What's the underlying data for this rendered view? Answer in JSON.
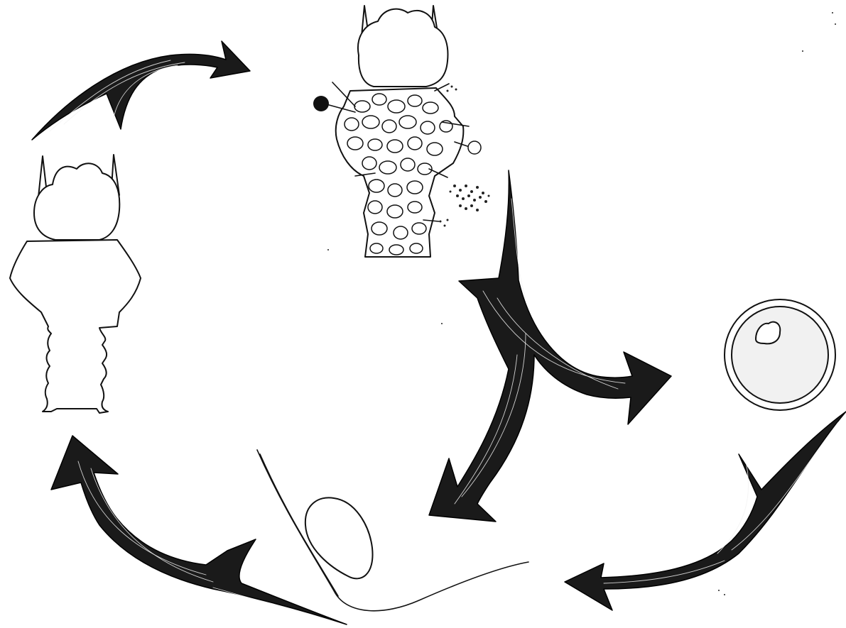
{
  "diagram": {
    "type": "life-cycle",
    "stages": [
      {
        "id": "uninfected-larva",
        "icon": "larva-icon"
      },
      {
        "id": "infected-larva",
        "icon": "infected-larva-icon"
      },
      {
        "id": "spore",
        "icon": "spore-icon"
      },
      {
        "id": "germinated-spore",
        "icon": "germinated-spore-icon"
      }
    ],
    "arrows": [
      {
        "from": "uninfected-larva",
        "to": "infected-larva"
      },
      {
        "from": "infected-larva",
        "to": "spore"
      },
      {
        "from": "infected-larva",
        "to": "germinated-spore"
      },
      {
        "from": "spore",
        "to": "germinated-spore"
      },
      {
        "from": "germinated-spore",
        "to": "uninfected-larva"
      }
    ],
    "colors": {
      "ink": "#111111",
      "arrow_fill": "#1a1a1a",
      "background": "#ffffff"
    }
  }
}
